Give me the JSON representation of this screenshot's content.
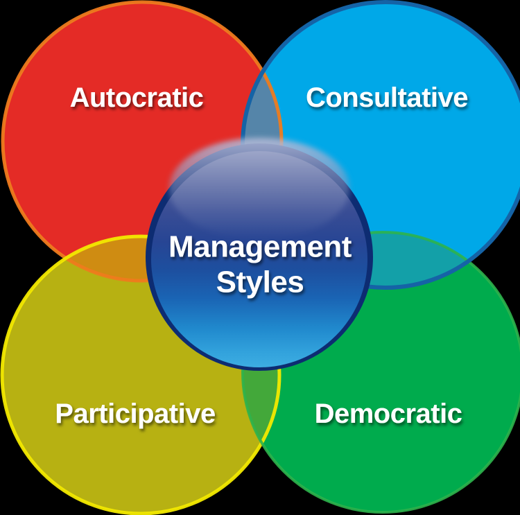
{
  "diagram": {
    "background": "#000000",
    "center": {
      "line1": "Management",
      "line2": "Styles",
      "ring_color": "#0d2c72"
    },
    "circles": [
      {
        "id": "autocratic",
        "label": "Autocratic",
        "fill": "#e42b26",
        "border": "#ee7b1d"
      },
      {
        "id": "consultative",
        "label": "Consultative",
        "fill": "#00a8e8",
        "border": "#1563a6"
      },
      {
        "id": "participative",
        "label": "Participative",
        "fill": "#b7b112",
        "border": "#f2e900"
      },
      {
        "id": "democratic",
        "label": "Democratic",
        "fill": "#00ab4d",
        "border": "#2eb34c"
      }
    ],
    "overlaps": {
      "autocratic_consultative": {
        "color": "#5585a9"
      },
      "autocratic_participative": {
        "color": "#cf8c12"
      },
      "consultative_democratic": {
        "color": "#13a0a8"
      },
      "participative_democratic": {
        "color": "#43a83a"
      }
    }
  }
}
